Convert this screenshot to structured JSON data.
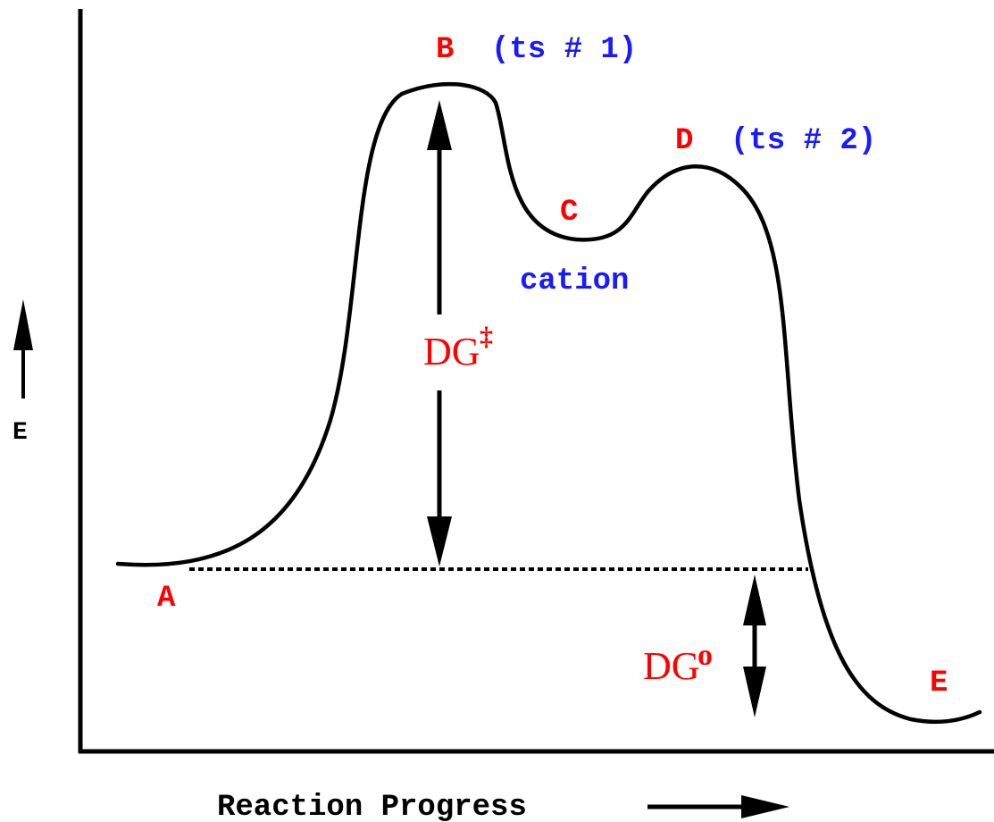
{
  "colors": {
    "curve": "#000000",
    "point_label": "#ff0000",
    "annotation_label": "#1a1aff",
    "energy_symbol": "#ff0000",
    "axis": "#000000"
  },
  "labels": {
    "point_a": "A",
    "point_b": "B",
    "ts1": "(ts # 1)",
    "point_c": "C",
    "cation": "cation",
    "point_d": "D",
    "ts2": "(ts # 2)",
    "point_e": "E"
  },
  "energy": {
    "activation_main": "DG",
    "activation_sup": "‡",
    "reaction_main": "DG",
    "reaction_sup": "o"
  },
  "axes": {
    "y_label": "E",
    "x_label": "Reaction Progress"
  }
}
